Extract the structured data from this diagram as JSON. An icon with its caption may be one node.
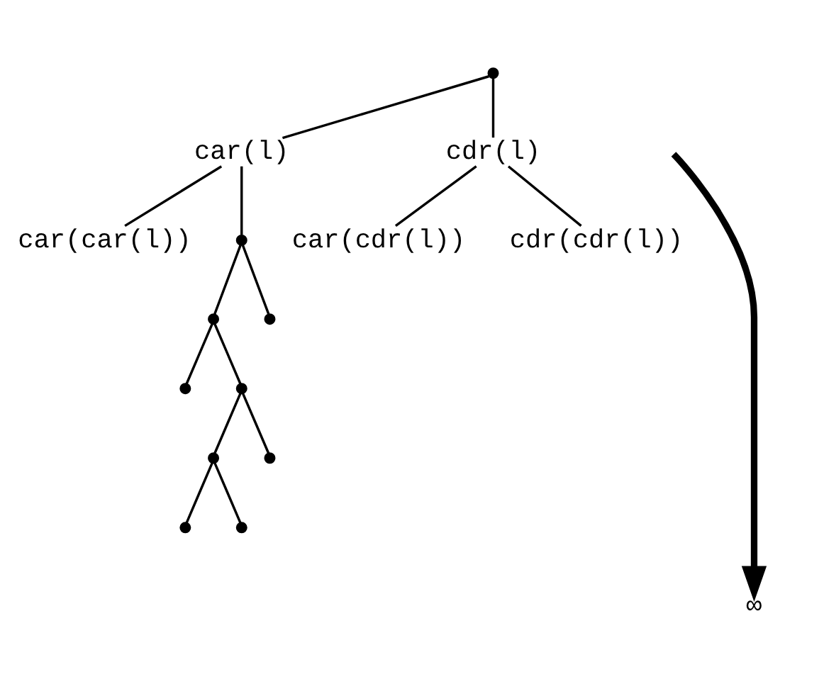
{
  "diagram": {
    "nodes": [
      {
        "text": [],
        "shape": "dot"
      },
      {
        "text": [
          "car(l)"
        ]
      },
      {
        "text": [
          "cdr(l)"
        ]
      },
      {
        "text": [
          "car(car(l))"
        ]
      },
      {
        "text": [
          "car(cdr(l))"
        ]
      },
      {
        "text": [
          "cdr(cdr(l))"
        ]
      },
      {
        "text": [],
        "shape": "dot"
      },
      {
        "text": [],
        "shape": "dot"
      },
      {
        "text": [],
        "shape": "dot"
      },
      {
        "text": [],
        "shape": "dot"
      },
      {
        "text": [],
        "shape": "dot"
      },
      {
        "text": [],
        "shape": "dot"
      },
      {
        "text": [],
        "shape": "dot"
      },
      {
        "text": [],
        "shape": "dot"
      },
      {
        "text": [],
        "shape": "dot"
      },
      {
        "text": [
          "∞"
        ]
      }
    ],
    "edges": [
      {
        "from": 0,
        "to": 1,
        "arrow": "none"
      },
      {
        "from": 0,
        "to": 2,
        "arrow": "none"
      },
      {
        "from": 1,
        "to": 3,
        "arrow": "none"
      },
      {
        "from": 1,
        "to": 6,
        "arrow": "none"
      },
      {
        "from": 2,
        "to": 4,
        "arrow": "none"
      },
      {
        "from": 2,
        "to": 5,
        "arrow": "none"
      },
      {
        "from": 6,
        "to": 8,
        "arrow": "none"
      },
      {
        "from": 6,
        "to": 7,
        "arrow": "none"
      },
      {
        "from": 8,
        "to": 9,
        "arrow": "none"
      },
      {
        "from": 8,
        "to": 10,
        "arrow": "none"
      },
      {
        "from": 10,
        "to": 12,
        "arrow": "none"
      },
      {
        "from": 10,
        "to": 11,
        "arrow": "none"
      },
      {
        "from": 12,
        "to": 13,
        "arrow": "none"
      },
      {
        "from": 12,
        "to": 14,
        "arrow": "none"
      },
      {
        "from": null,
        "to": 15,
        "arrow": "to",
        "style": "thick"
      }
    ]
  }
}
